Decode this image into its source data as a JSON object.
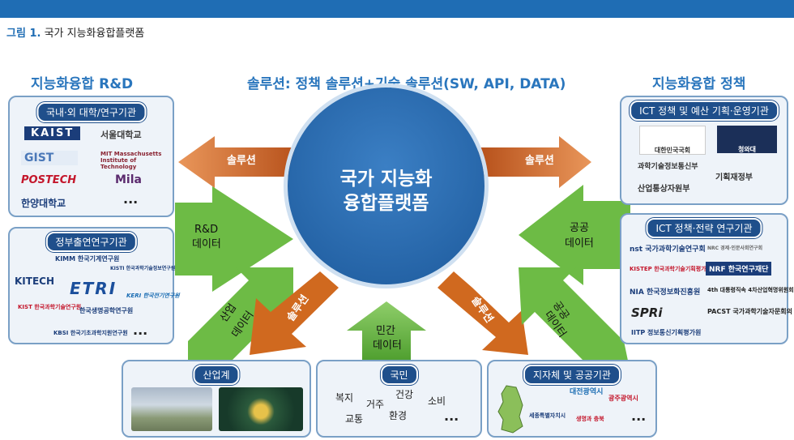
{
  "figure": {
    "number": "그림 1.",
    "title": "국가 지능화융합플랫폼"
  },
  "headers": {
    "left": "지능화융합 R&D",
    "center": "솔루션: 정책 솔루션+기술 솔루션(SW, API, DATA)",
    "right": "지능화융합 정책"
  },
  "center_circle": {
    "line1": "국가 지능화",
    "line2": "융합플랫폼"
  },
  "arrows": {
    "solution_left": "솔루션",
    "solution_right": "솔루션",
    "rd_data_1": "R&D",
    "rd_data_2": "데이터",
    "public_data_1": "공공",
    "public_data_2": "데이터",
    "industry_data_1": "산업",
    "industry_data_2": "데이터",
    "solution_down_left": "솔루션",
    "civil_data_1": "민간",
    "civil_data_2": "데이터",
    "solution_down_right": "솔루션",
    "public_data_low_1": "공공",
    "public_data_low_2": "데이터"
  },
  "panels": {
    "univ": {
      "title": "국내·외 대학/연구기관",
      "logos": [
        "KAIST",
        "서울대학교",
        "GIST",
        "MIT Massachusetts Institute of Technology",
        "POSTECH",
        "Mila",
        "한양대학교"
      ],
      "more": "..."
    },
    "govlab": {
      "title": "정부출연연구기관",
      "logos": [
        "KIMM 한국기계연구원",
        "KISTI 한국과학기술정보연구원",
        "KITECH",
        "ETRI",
        "KERI 한국전기연구원",
        "KIST 한국과학기술연구원",
        "한국생명공학연구원",
        "KBSI 한국기초과학지원연구원"
      ],
      "more": "..."
    },
    "policy": {
      "title": "ICT 정책 및 예산 기획·운영기관",
      "logos": [
        "대한민국국회",
        "청와대",
        "과학기술정보통신부",
        "기획재정부",
        "산업통상자원부"
      ]
    },
    "policylab": {
      "title": "ICT 정책·전략 연구기관",
      "logos": [
        "nst 국가과학기술연구회",
        "NRC 경제·인문사회연구회",
        "KISTEP 한국과학기술기획평가원",
        "NRF 한국연구재단",
        "NIA 한국정보화진흥원",
        "4th 대통령직속 4차산업혁명위원회",
        "SPRi",
        "PACST 국가과학기술자문회의",
        "IITP 정보통신기획평가원"
      ]
    },
    "industry": {
      "title": "산업계"
    },
    "citizen": {
      "title": "국민",
      "words": [
        "복지",
        "거주",
        "건강",
        "소비",
        "교통",
        "환경"
      ],
      "more": "..."
    },
    "local": {
      "title": "지자체 및 공공기관",
      "logos": [
        "대전광역시",
        "광주광역시",
        "세종특별자치시",
        "생명과 충북"
      ],
      "more": "..."
    }
  },
  "colors": {
    "blue": "#1f6db4",
    "green": "#6dbb45",
    "orange": "#d0691f",
    "navy": "#1f4f8b"
  }
}
